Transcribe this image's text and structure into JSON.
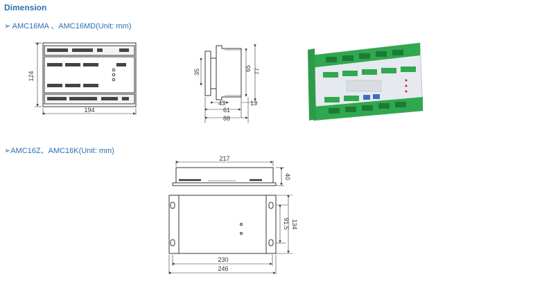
{
  "heading": "Dimension",
  "section1": {
    "label": "➢ AMC16MA 、AMC16MD(Unit: mm)",
    "front": {
      "height": "124",
      "width": "194"
    },
    "side": {
      "d35": "35",
      "d65": "65",
      "d77": "77",
      "d43": "43",
      "d61": "61",
      "d13": "13",
      "d88": "88"
    }
  },
  "section2": {
    "label": "➢AMC16Z、AMC16K(Unit: mm)",
    "top": {
      "width": "217",
      "height": "40"
    },
    "front": {
      "inner_height": "91.5",
      "height": "134",
      "inner_width": "230",
      "width": "246"
    }
  },
  "colors": {
    "accent": "#2a6fb0",
    "line": "#333333",
    "green": "#2fa84f",
    "device": "#e6eaee"
  }
}
